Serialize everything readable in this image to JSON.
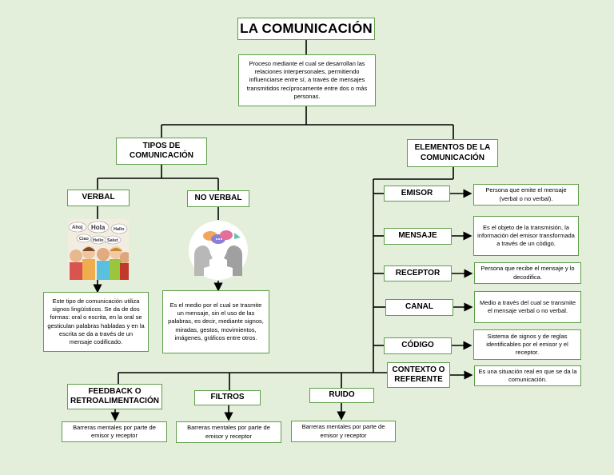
{
  "title": "LA COMUNICACIÓN",
  "definition": "Proceso mediante el cual se desarrollan las relaciones interpersonales, permitiendo influenciarse entre sí, a través de mensajes transmitidos recíprocamente entre dos o más personas.",
  "tipos": {
    "header": "TIPOS DE COMUNICACIÓN",
    "verbal": {
      "label": "VERBAL",
      "desc": "Este tipo de comunicación utiliza signos lingüísticos.  Se da de dos formas: oral o escrita, en la oral se gesticulan palabras habladas y en la escrita se da a través de un mensaje codificado.",
      "bubbles": [
        "Ahoj",
        "Hola",
        "Hallo",
        "Ciao",
        "Salut",
        "Hello"
      ]
    },
    "no_verbal": {
      "label": "NO VERBAL",
      "desc": "Es el medio por el cual se trasmite un mensaje, sin el uso de las palabras, es decir, mediante signos, miradas, gestos, movimientos, imágenes, gráficos entre otros."
    }
  },
  "elementos": {
    "header": "ELEMENTOS DE LA COMUNICACIÓN",
    "items": [
      {
        "label": "EMISOR",
        "desc": "Persona que emite el mensaje (verbal o no verbal)."
      },
      {
        "label": "MENSAJE",
        "desc": "Es el objeto de la transmisión, la información del emisor transformada a través de un código."
      },
      {
        "label": "RECEPTOR",
        "desc": "Persona que recibe el mensaje y lo decodifica."
      },
      {
        "label": "CANAL",
        "desc": "Medio a través del cual se transmite el mensaje verbal o no verbal."
      },
      {
        "label": "CÓDIGO",
        "desc": "Sistema de signos y de reglas identificables por el emisor y el receptor."
      },
      {
        "label": "CONTEXTO O REFERENTE",
        "desc": "Es una situación real en que se da la comunicación."
      }
    ]
  },
  "barreras": [
    {
      "label": "FEEDBACK O RETROALIMENTACIÓN",
      "desc": "Barreras mentales por parte de emisor y receptor"
    },
    {
      "label": "FILTROS",
      "desc": "Barreras mentales por parte de emisor y receptor"
    },
    {
      "label": "RUIDO",
      "desc": "Barreras mentales por parte de emisor y receptor"
    }
  ],
  "colors": {
    "background": "#e4efdb",
    "border": "#5e9e4a",
    "line": "#000000"
  }
}
